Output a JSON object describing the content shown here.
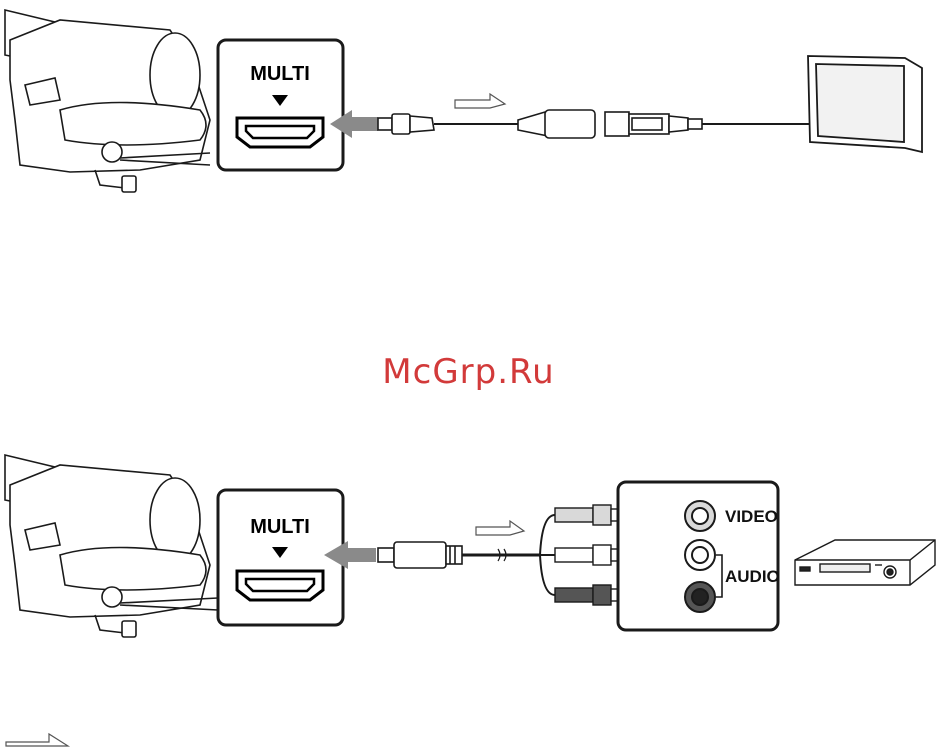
{
  "top_diagram": {
    "port_label": "MULTI"
  },
  "bottom_diagram": {
    "port_label": "MULTI",
    "video_label": "VIDEO",
    "audio_label": "AUDIO"
  },
  "watermark": "McGrp.Ru",
  "colors": {
    "line": "#1a1a1a",
    "arrow_fill": "#8a8a8a",
    "watermark": "#d23a3a",
    "plug_red": "#555555",
    "plug_white": "#ffffff",
    "plug_yellow": "#d9d9d9"
  }
}
